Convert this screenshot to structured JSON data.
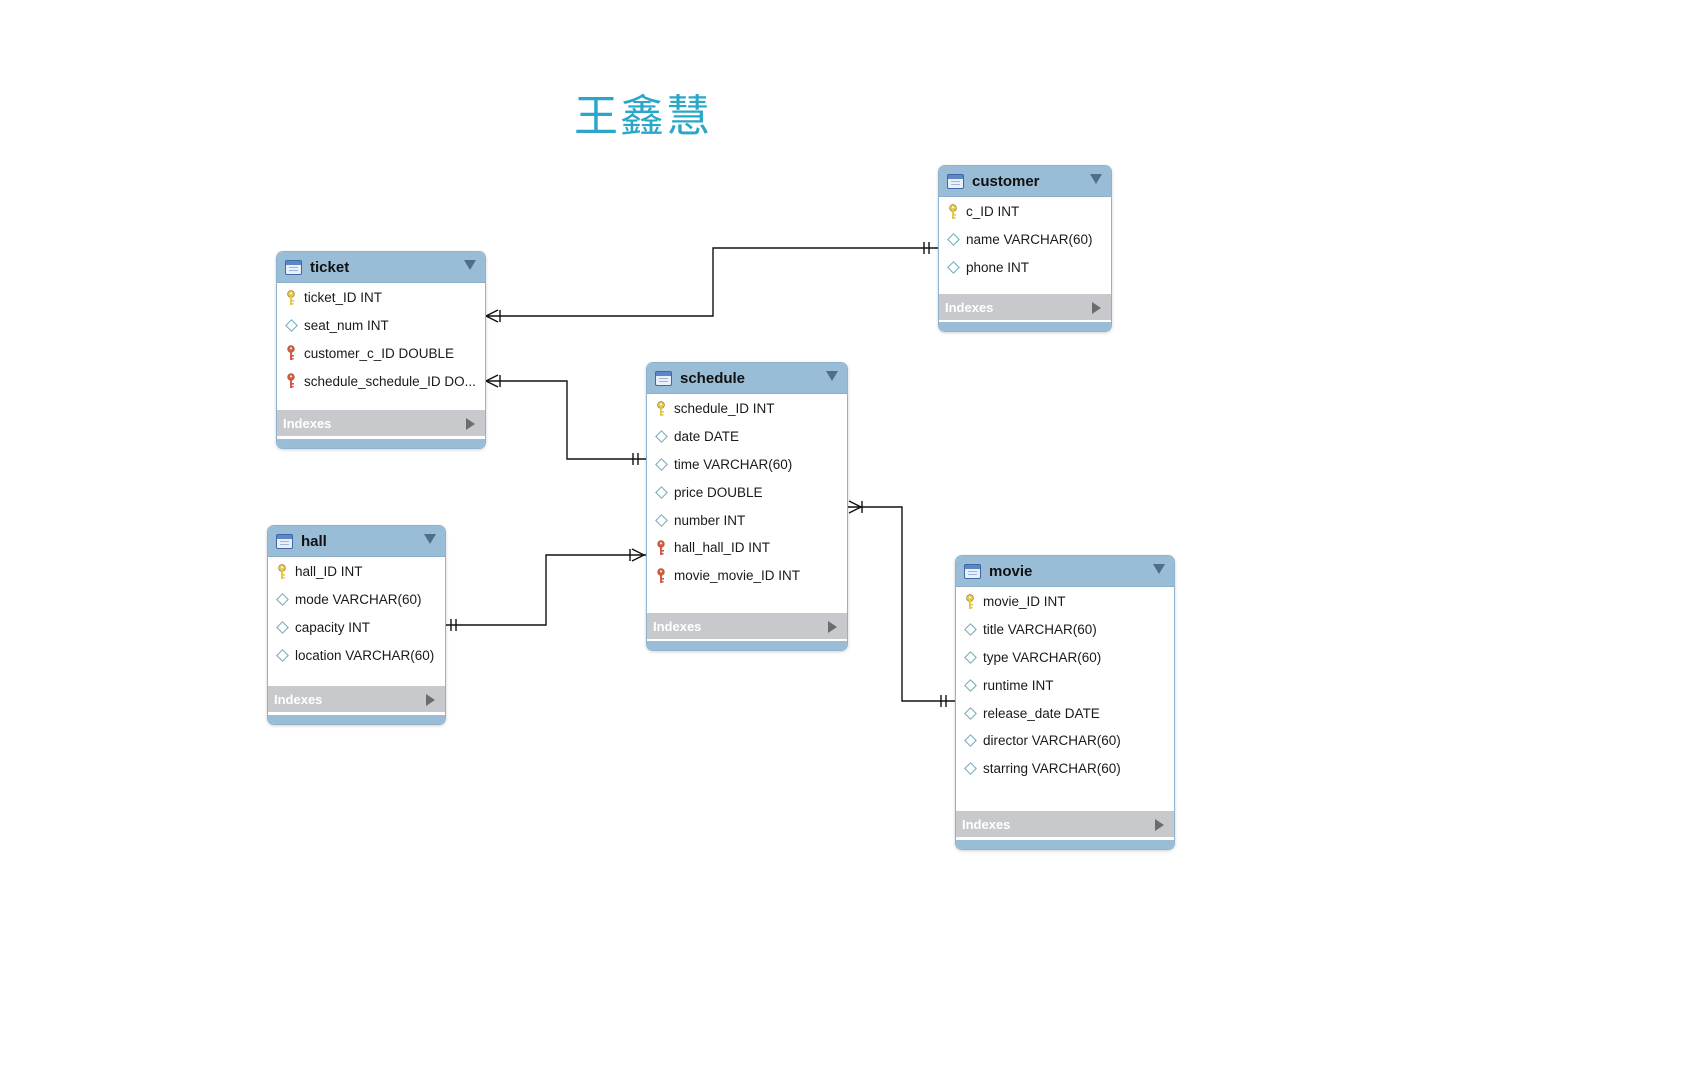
{
  "title": "王鑫慧",
  "colors": {
    "header": "#99bdd6",
    "title": "#2aa6c8",
    "pk_key": "#e7c84a",
    "fk_key": "#d9574a"
  },
  "tables": {
    "customer": {
      "name": "customer",
      "columns": [
        {
          "text": "c_ID INT",
          "icon": "primary-key-icon"
        },
        {
          "text": "name VARCHAR(60)",
          "icon": "column-diamond-icon"
        },
        {
          "text": "phone INT",
          "icon": "column-diamond-icon"
        }
      ],
      "indexes_label": "Indexes"
    },
    "ticket": {
      "name": "ticket",
      "columns": [
        {
          "text": "ticket_ID INT",
          "icon": "primary-key-icon"
        },
        {
          "text": "seat_num INT",
          "icon": "column-diamond-icon"
        },
        {
          "text": "customer_c_ID DOUBLE",
          "icon": "foreign-key-icon"
        },
        {
          "text": "schedule_schedule_ID DO...",
          "icon": "foreign-key-icon"
        }
      ],
      "indexes_label": "Indexes"
    },
    "schedule": {
      "name": "schedule",
      "columns": [
        {
          "text": "schedule_ID INT",
          "icon": "primary-key-icon"
        },
        {
          "text": "date DATE",
          "icon": "column-diamond-icon"
        },
        {
          "text": "time VARCHAR(60)",
          "icon": "column-diamond-icon"
        },
        {
          "text": "price DOUBLE",
          "icon": "column-diamond-icon"
        },
        {
          "text": "number INT",
          "icon": "column-diamond-icon"
        },
        {
          "text": "hall_hall_ID INT",
          "icon": "foreign-key-icon"
        },
        {
          "text": "movie_movie_ID INT",
          "icon": "foreign-key-icon"
        }
      ],
      "indexes_label": "Indexes"
    },
    "hall": {
      "name": "hall",
      "columns": [
        {
          "text": "hall_ID INT",
          "icon": "primary-key-icon"
        },
        {
          "text": "mode VARCHAR(60)",
          "icon": "column-diamond-icon"
        },
        {
          "text": "capacity INT",
          "icon": "column-diamond-icon"
        },
        {
          "text": "location VARCHAR(60)",
          "icon": "column-diamond-icon"
        }
      ],
      "indexes_label": "Indexes"
    },
    "movie": {
      "name": "movie",
      "columns": [
        {
          "text": "movie_ID INT",
          "icon": "primary-key-icon"
        },
        {
          "text": "title VARCHAR(60)",
          "icon": "column-diamond-icon"
        },
        {
          "text": "type VARCHAR(60)",
          "icon": "column-diamond-icon"
        },
        {
          "text": "runtime INT",
          "icon": "column-diamond-icon"
        },
        {
          "text": "release_date DATE",
          "icon": "column-diamond-icon"
        },
        {
          "text": "director VARCHAR(60)",
          "icon": "column-diamond-icon"
        },
        {
          "text": "starring VARCHAR(60)",
          "icon": "column-diamond-icon"
        }
      ],
      "indexes_label": "Indexes"
    }
  },
  "relationships": [
    {
      "from": "ticket",
      "to": "customer",
      "cardinality": "many-to-one"
    },
    {
      "from": "ticket",
      "to": "schedule",
      "cardinality": "many-to-one"
    },
    {
      "from": "schedule",
      "to": "hall",
      "cardinality": "many-to-one"
    },
    {
      "from": "schedule",
      "to": "movie",
      "cardinality": "many-to-one"
    }
  ]
}
